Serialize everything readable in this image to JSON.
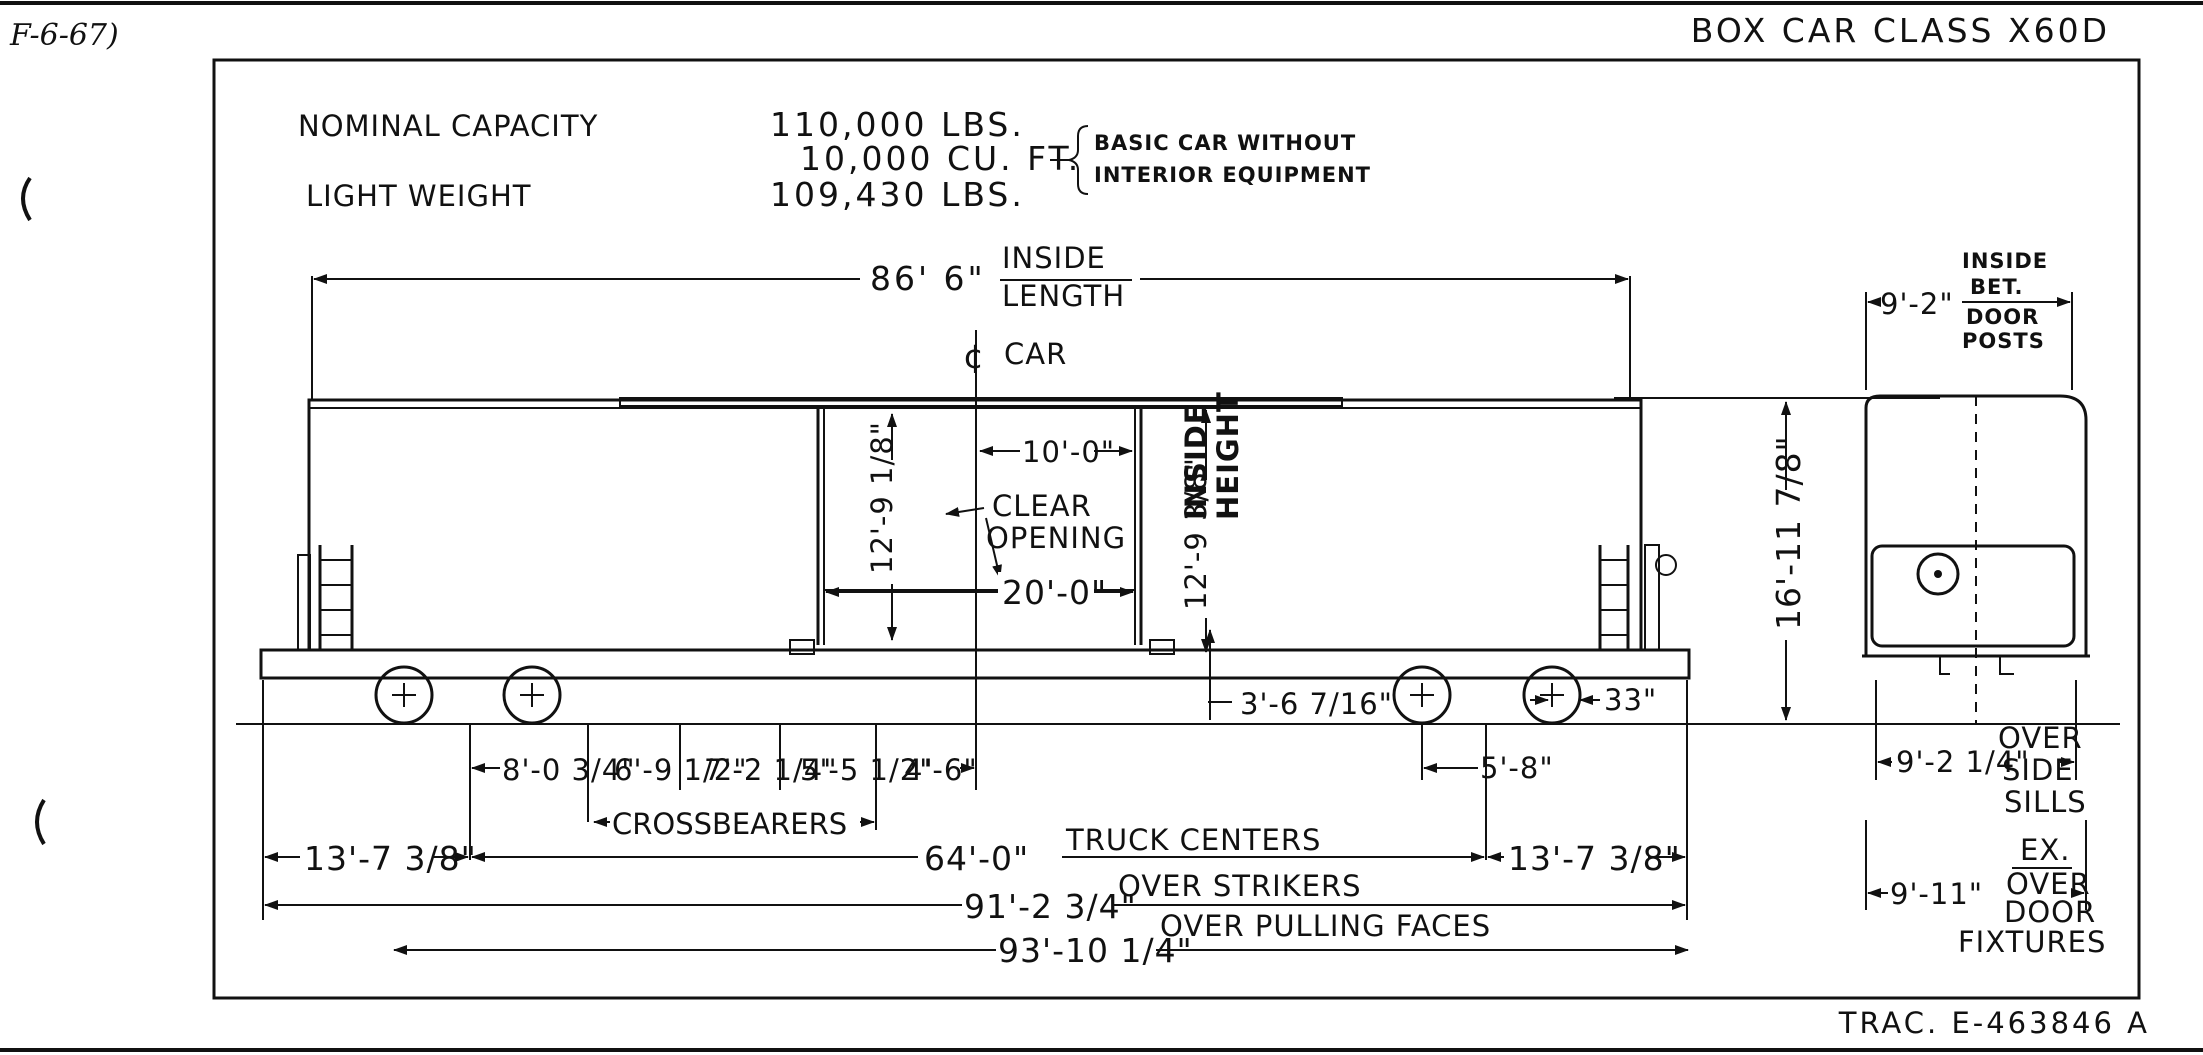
{
  "header": {
    "handwritten_date": "F-6-67)",
    "title": "BOX CAR CLASS  X60D",
    "tracing_number": "TRAC. E-463846 A"
  },
  "specs": {
    "nominal_capacity_label": "NOMINAL CAPACITY",
    "nominal_capacity_value": "110,000  LBS.",
    "cubic_capacity_value": "10,000  CU. FT.",
    "basic_car_note_line1": "BASIC CAR WITHOUT",
    "basic_car_note_line2": "INTERIOR EQUIPMENT",
    "light_weight_label": "LIGHT WEIGHT",
    "light_weight_value": "109,430  LBS."
  },
  "side_view": {
    "inside_length": {
      "value": "86' 6\"",
      "label_line1": "INSIDE",
      "label_line2": "LENGTH"
    },
    "centerline_label": "CAR",
    "door_half_width": "10'-0\"",
    "clear_opening_height": "12'-9 1/8\"",
    "clear_opening_label_line1": "CLEAR",
    "clear_opening_label_line2": "OPENING",
    "door_width": "20'-0\"",
    "inside_height": {
      "value": "12'-9 3/8\"",
      "label_line1": "INSIDE",
      "label_line2": "HEIGHT"
    },
    "height_above_rail": "3'-6 7/16\"",
    "truck_wheelbase": "5'-8\"",
    "wheel_diameter": "33\"",
    "crossbearer_spacings": [
      "8'-0 3/4\"",
      "6'-9 1/2\"",
      "7'-2 1/4\"",
      "5'-5 1/2\"",
      "4'-6\""
    ],
    "crossbearers_label": "CROSSBEARERS",
    "end_to_truck_left": "13'-7 3/8\"",
    "truck_centers": {
      "value": "64'-0\"",
      "label": "TRUCK CENTERS"
    },
    "end_to_truck_right": "13'-7 3/8\"",
    "over_strikers": {
      "value": "91'-2 3/4\"",
      "label": "OVER STRIKERS"
    },
    "over_pulling_faces": {
      "value": "93'-10 1/4\"",
      "label": "OVER PULLING FACES"
    }
  },
  "end_view": {
    "door_posts_width": "9'-2\"",
    "door_posts_label": [
      "INSIDE",
      "BET.",
      "DOOR",
      "POSTS"
    ],
    "overall_height": "16'-11 7/8\"",
    "side_sills_width": "9'-2 1/4\"",
    "side_sills_label": [
      "OVER",
      "SIDE",
      "SILLS"
    ],
    "door_fixtures_width": "9'-11\"",
    "door_fixtures_label": [
      "EX.",
      "OVER",
      "DOOR",
      "FIXTURES"
    ]
  }
}
